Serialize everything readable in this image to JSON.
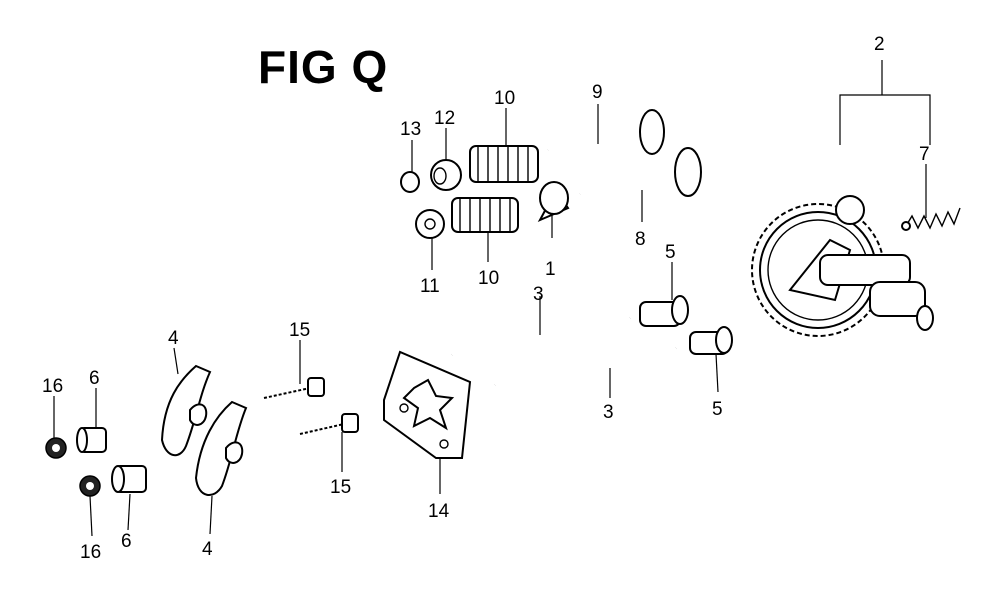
{
  "figure": {
    "title": "FIG Q",
    "callouts": [
      {
        "id": "callout-1",
        "text": "1"
      },
      {
        "id": "callout-2",
        "text": "2"
      },
      {
        "id": "callout-3a",
        "text": "3"
      },
      {
        "id": "callout-3b",
        "text": "3"
      },
      {
        "id": "callout-4a",
        "text": "4"
      },
      {
        "id": "callout-4b",
        "text": "4"
      },
      {
        "id": "callout-5a",
        "text": "5"
      },
      {
        "id": "callout-5b",
        "text": "5"
      },
      {
        "id": "callout-6a",
        "text": "6"
      },
      {
        "id": "callout-6b",
        "text": "6"
      },
      {
        "id": "callout-7",
        "text": "7"
      },
      {
        "id": "callout-8",
        "text": "8"
      },
      {
        "id": "callout-9",
        "text": "9"
      },
      {
        "id": "callout-10a",
        "text": "10"
      },
      {
        "id": "callout-10b",
        "text": "10"
      },
      {
        "id": "callout-11",
        "text": "11"
      },
      {
        "id": "callout-12",
        "text": "12"
      },
      {
        "id": "callout-13",
        "text": "13"
      },
      {
        "id": "callout-14",
        "text": "14"
      },
      {
        "id": "callout-15a",
        "text": "15"
      },
      {
        "id": "callout-15b",
        "text": "15"
      },
      {
        "id": "callout-16a",
        "text": "16"
      },
      {
        "id": "callout-16b",
        "text": "16"
      }
    ]
  }
}
